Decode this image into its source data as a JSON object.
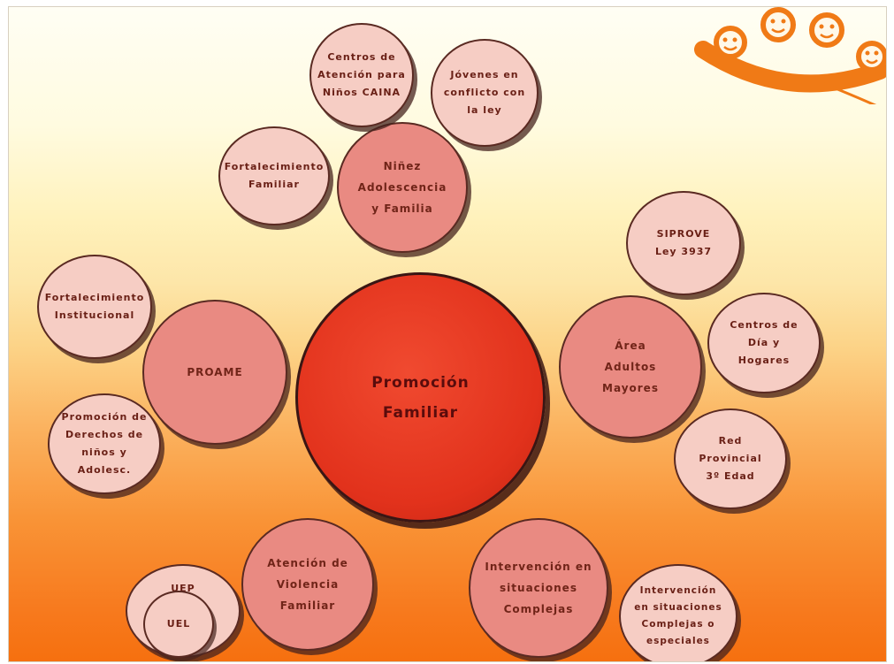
{
  "center": {
    "label": "Promoción\nFamiliar"
  },
  "branches": {
    "ninez": "Niñez\nAdolescencia\ny Familia",
    "proame": "PROAME",
    "adultos": "Área\nAdultos\nMayores",
    "violencia": "Atención de\nViolencia\nFamiliar",
    "intervencion": "Intervención en\nsituaciones\nComplejas"
  },
  "leaves": {
    "caina": "Centros de\nAtención para\nNiños CAINA",
    "jovenes": "Jóvenes en\nconflicto con\nla ley",
    "fortalecimiento_familiar": "Fortalecimiento\nFamiliar",
    "fortalecimiento_institucional": "Fortalecimiento\nInstitucional",
    "promocion_derechos": "Promoción de\nDerechos de\nniños y\nAdolesc.",
    "siprove": "SIPROVE\nLey 3937",
    "centros_dia": "Centros de\nDía y\nHogares",
    "red_provincial": "Red\nProvincial\n3º Edad",
    "uep": "UEP",
    "uel": "UEL",
    "intervencion_especiales": "Intervención\nen situaciones\nComplejas o\nespeciales"
  },
  "colors": {
    "center": "#e2321c",
    "branch": "#e98a82",
    "leaf": "#f6cdc4",
    "logo": "#f07a16",
    "text": "#702418"
  },
  "logo": {
    "icon": "smiling-faces-logo"
  }
}
